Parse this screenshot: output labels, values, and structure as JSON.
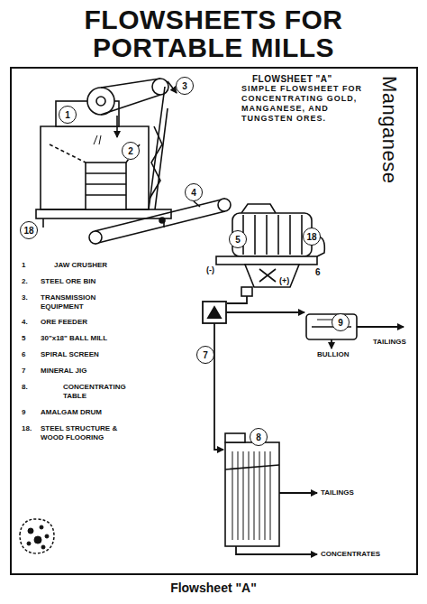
{
  "diagram": {
    "title": "FLOWSHEETS FOR PORTABLE MILLS",
    "caption": "Flowsheet \"A\"",
    "nodes": [
      {
        "text": [
          "3"
        ]
      },
      {
        "text": [
          "1"
        ]
      },
      {
        "text": [
          "2"
        ]
      },
      {
        "text": [
          "4"
        ]
      },
      {
        "text": [
          "18"
        ]
      },
      {
        "text": [
          "5"
        ]
      },
      {
        "text": [
          "18"
        ]
      },
      {
        "text": [
          "9"
        ]
      },
      {
        "text": [
          "7"
        ]
      },
      {
        "text": [
          "8"
        ]
      }
    ],
    "labels": [
      "FLOWSHEET \"A\"",
      "SIMPLE FLOWSHEET FOR CONCENTRATING GOLD, MANGANESE, AND TUNGSTEN ORES.",
      "Manganese",
      "(-)",
      "6",
      "(+)",
      "BULLION",
      "TAILINGS",
      "TAILINGS",
      "CONCENTRATES",
      "1",
      "JAW CRUSHER",
      "2.",
      "STEEL ORE BIN",
      "3.",
      "TRANSMISSION EQUIPMENT",
      "4.",
      "ORE FEEDER",
      "5",
      "30\"x18\" BALL MILL",
      "6",
      "SPIRAL SCREEN",
      "7",
      "MINERAL JIG",
      "8.",
      "CONCENTRATING TABLE",
      "9",
      "AMALGAM DRUM",
      "18.",
      "STEEL STRUCTURE & WOOD FLOORING"
    ]
  }
}
